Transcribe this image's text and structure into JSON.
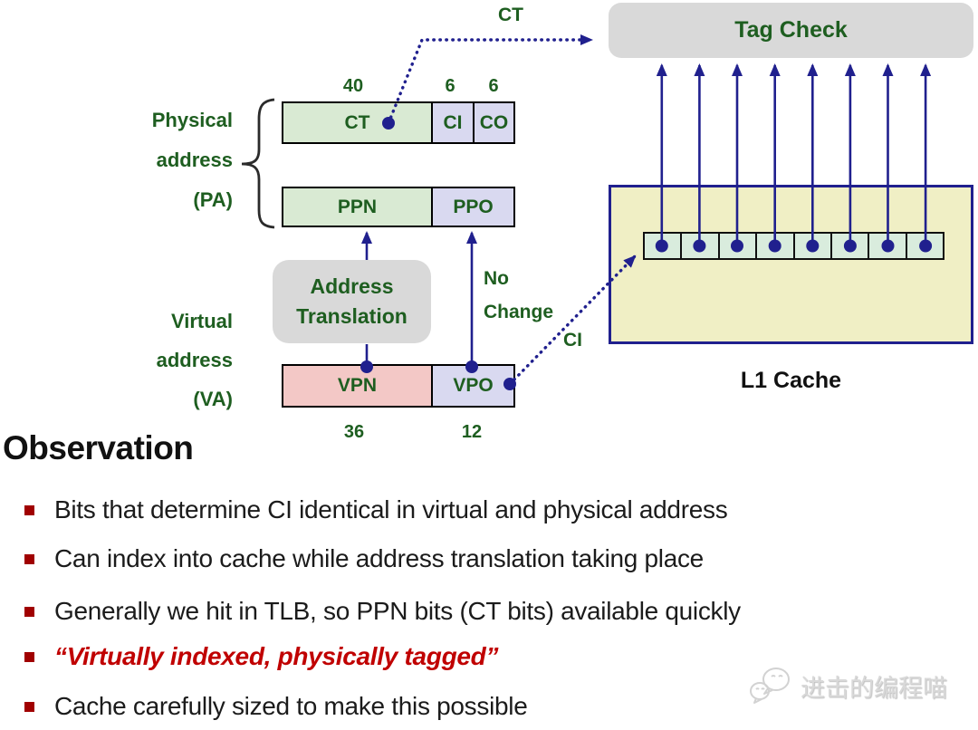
{
  "slide": {
    "heading": "Observation",
    "bullets": [
      {
        "text": "Bits that determine CI identical in virtual and physical address",
        "emphasis": false
      },
      {
        "text": "Can index into cache while address translation taking place",
        "emphasis": false
      },
      {
        "text": "Generally we hit in TLB, so PPN bits (CT bits) available quickly",
        "emphasis": false
      },
      {
        "text": "“Virtually indexed, physically tagged”",
        "emphasis": true
      },
      {
        "text": "Cache carefully sized to make this possible",
        "emphasis": false
      }
    ]
  },
  "diagram": {
    "tag_check": {
      "label": "Tag Check"
    },
    "l1_cache": {
      "label": "L1 Cache",
      "num_cells": 8
    },
    "physical_address": {
      "label_lines": [
        "Physical",
        "address",
        "(PA)"
      ],
      "top_bar": {
        "fields": [
          {
            "label": "CT",
            "bits": "40"
          },
          {
            "label": "CI",
            "bits": "6"
          },
          {
            "label": "CO",
            "bits": "6"
          }
        ]
      },
      "bottom_bar": {
        "fields": [
          {
            "label": "PPN"
          },
          {
            "label": "PPO"
          }
        ]
      }
    },
    "virtual_address": {
      "label_lines": [
        "Virtual",
        "address",
        "(VA)"
      ],
      "bar": {
        "fields": [
          {
            "label": "VPN",
            "bits": "36"
          },
          {
            "label": "VPO",
            "bits": "12"
          }
        ]
      }
    },
    "address_translation": {
      "label_lines": [
        "Address",
        "Translation"
      ]
    },
    "annotations": {
      "ct_arrow": "CT",
      "ci_arrow": "CI",
      "no_change_lines": [
        "No",
        "Change"
      ]
    }
  },
  "watermark": {
    "text": "进击的编程喵",
    "icon": "chat-bubbles-icon"
  },
  "colors": {
    "dark_green_text": "#1e5e20",
    "navy_lines": "#20208e",
    "emphasis_red": "#c00000",
    "bullet_square_red": "#a00000",
    "field_green": "#d9ead3",
    "field_lavender": "#d9d9f0",
    "field_pink": "#f3c8c6",
    "cache_yellow": "#f0efc5",
    "cell_mint": "#d9ecdd",
    "gray_box": "#d9d9d9"
  }
}
